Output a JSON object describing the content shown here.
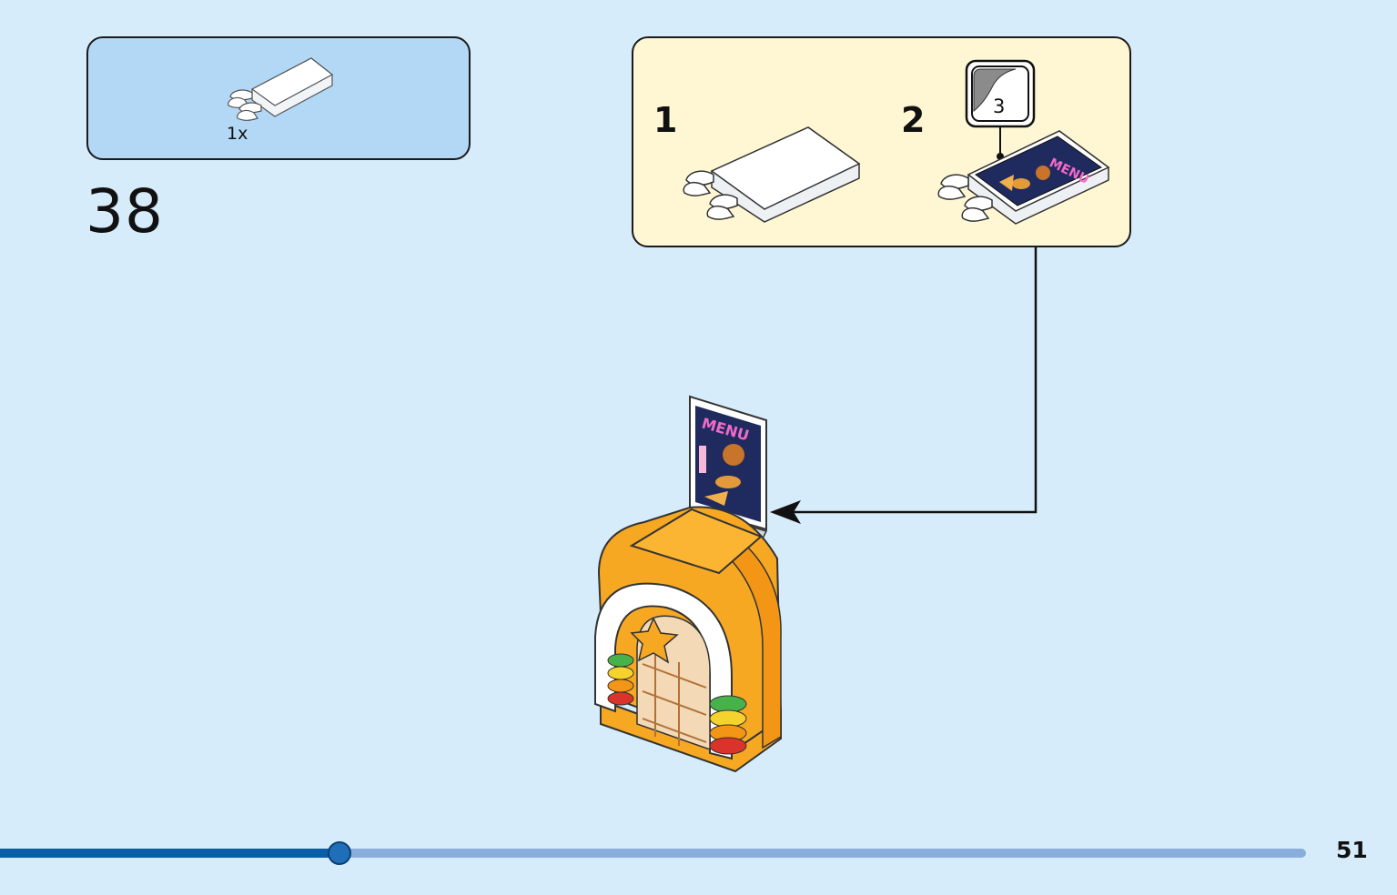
{
  "parts_callout": {
    "quantity": "1x",
    "part_icon": "clip-tile-2x3-icon"
  },
  "step": {
    "number": "38"
  },
  "substeps": [
    {
      "number": "1",
      "icon": "clip-tile-blank-icon"
    },
    {
      "number": "2",
      "icon": "clip-tile-menu-sticker-icon"
    }
  ],
  "sticker": {
    "number": "3",
    "icon": "sticker-sheet-icon"
  },
  "progress": {
    "fraction": 0.26,
    "fill_color": "#0a5ea8",
    "track_color": "#8aaedc",
    "knob_color": "#1f6fb8"
  },
  "page": {
    "number": "51"
  },
  "colors": {
    "background": "#d6ecfa",
    "parts_box": "#b3d8f5",
    "substep_box": "#fff7d4",
    "jukebox_orange": "#f7a823"
  }
}
